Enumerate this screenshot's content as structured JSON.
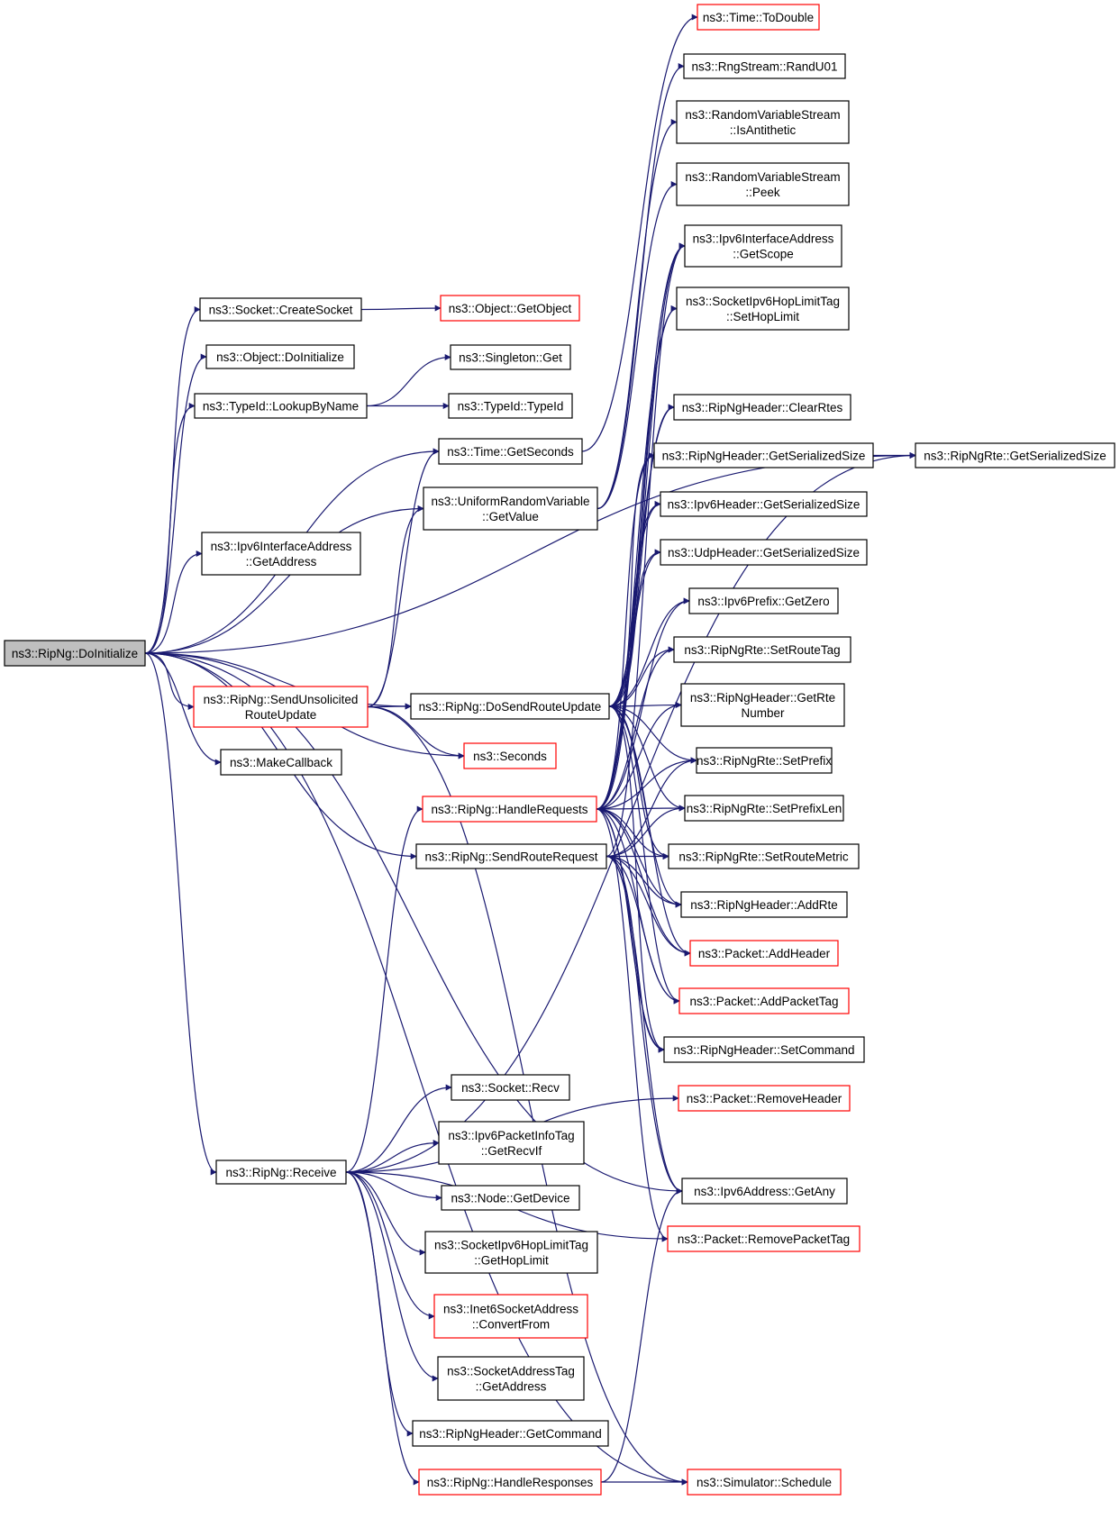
{
  "graph": {
    "edge_color": "#191970",
    "node_border_default": "#000000",
    "node_border_incomplete": "#ff0000",
    "root_fill": "#bfbfbf",
    "nodes": {
      "root": {
        "lines": [
          "ns3::RipNg::DoInitialize"
        ],
        "style": "root"
      },
      "createSocket": {
        "lines": [
          "ns3::Socket::CreateSocket"
        ],
        "style": "normal"
      },
      "objDoInit": {
        "lines": [
          "ns3::Object::DoInitialize"
        ],
        "style": "normal"
      },
      "lookupByName": {
        "lines": [
          "ns3::TypeId::LookupByName"
        ],
        "style": "normal"
      },
      "ipv6IfGetAddr": {
        "lines": [
          "ns3::Ipv6InterfaceAddress",
          "::GetAddress"
        ],
        "style": "normal"
      },
      "sendUnsolicited": {
        "lines": [
          "ns3::RipNg::SendUnsolicited",
          "RouteUpdate"
        ],
        "style": "red"
      },
      "makeCallback": {
        "lines": [
          "ns3::MakeCallback"
        ],
        "style": "normal"
      },
      "receive": {
        "lines": [
          "ns3::RipNg::Receive"
        ],
        "style": "normal"
      },
      "getObject": {
        "lines": [
          "ns3::Object::GetObject"
        ],
        "style": "red"
      },
      "singletonGet": {
        "lines": [
          "ns3::Singleton::Get"
        ],
        "style": "normal"
      },
      "typeIdTypeId": {
        "lines": [
          "ns3::TypeId::TypeId"
        ],
        "style": "normal"
      },
      "timeGetSeconds": {
        "lines": [
          "ns3::Time::GetSeconds"
        ],
        "style": "normal"
      },
      "urvGetValue": {
        "lines": [
          "ns3::UniformRandomVariable",
          "::GetValue"
        ],
        "style": "normal"
      },
      "doSendRouteUpdate": {
        "lines": [
          "ns3::RipNg::DoSendRouteUpdate"
        ],
        "style": "normal"
      },
      "seconds": {
        "lines": [
          "ns3::Seconds"
        ],
        "style": "red"
      },
      "handleRequests": {
        "lines": [
          "ns3::RipNg::HandleRequests"
        ],
        "style": "red"
      },
      "sendRouteRequest": {
        "lines": [
          "ns3::RipNg::SendRouteRequest"
        ],
        "style": "normal"
      },
      "socketRecv": {
        "lines": [
          "ns3::Socket::Recv"
        ],
        "style": "normal"
      },
      "pktInfoGetRecvIf": {
        "lines": [
          "ns3::Ipv6PacketInfoTag",
          "::GetRecvIf"
        ],
        "style": "normal"
      },
      "nodeGetDevice": {
        "lines": [
          "ns3::Node::GetDevice"
        ],
        "style": "normal"
      },
      "hopLimitGet": {
        "lines": [
          "ns3::SocketIpv6HopLimitTag",
          "::GetHopLimit"
        ],
        "style": "normal"
      },
      "inet6ConvertFrom": {
        "lines": [
          "ns3::Inet6SocketAddress",
          "::ConvertFrom"
        ],
        "style": "red"
      },
      "sockAddrTagGetAddr": {
        "lines": [
          "ns3::SocketAddressTag",
          "::GetAddress"
        ],
        "style": "normal"
      },
      "ripHdrGetCommand": {
        "lines": [
          "ns3::RipNgHeader::GetCommand"
        ],
        "style": "normal"
      },
      "handleResponses": {
        "lines": [
          "ns3::RipNg::HandleResponses"
        ],
        "style": "red"
      },
      "timeToDouble": {
        "lines": [
          "ns3::Time::ToDouble"
        ],
        "style": "red"
      },
      "randU01": {
        "lines": [
          "ns3::RngStream::RandU01"
        ],
        "style": "normal"
      },
      "isAntithetic": {
        "lines": [
          "ns3::RandomVariableStream",
          "::IsAntithetic"
        ],
        "style": "normal"
      },
      "peek": {
        "lines": [
          "ns3::RandomVariableStream",
          "::Peek"
        ],
        "style": "normal"
      },
      "ipv6IfGetScope": {
        "lines": [
          "ns3::Ipv6InterfaceAddress",
          "::GetScope"
        ],
        "style": "normal"
      },
      "hopLimitSet": {
        "lines": [
          "ns3::SocketIpv6HopLimitTag",
          "::SetHopLimit"
        ],
        "style": "normal"
      },
      "clearRtes": {
        "lines": [
          "ns3::RipNgHeader::ClearRtes"
        ],
        "style": "normal"
      },
      "ripHdrSerSize": {
        "lines": [
          "ns3::RipNgHeader::GetSerializedSize"
        ],
        "style": "normal"
      },
      "ipv6HdrSerSize": {
        "lines": [
          "ns3::Ipv6Header::GetSerializedSize"
        ],
        "style": "normal"
      },
      "udpHdrSerSize": {
        "lines": [
          "ns3::UdpHeader::GetSerializedSize"
        ],
        "style": "normal"
      },
      "prefixGetZero": {
        "lines": [
          "ns3::Ipv6Prefix::GetZero"
        ],
        "style": "normal"
      },
      "setRouteTag": {
        "lines": [
          "ns3::RipNgRte::SetRouteTag"
        ],
        "style": "normal"
      },
      "getRteNumber": {
        "lines": [
          "ns3::RipNgHeader::GetRte",
          "Number"
        ],
        "style": "normal"
      },
      "setPrefix": {
        "lines": [
          "ns3::RipNgRte::SetPrefix"
        ],
        "style": "normal"
      },
      "setPrefixLen": {
        "lines": [
          "ns3::RipNgRte::SetPrefixLen"
        ],
        "style": "normal"
      },
      "setRouteMetric": {
        "lines": [
          "ns3::RipNgRte::SetRouteMetric"
        ],
        "style": "normal"
      },
      "addRte": {
        "lines": [
          "ns3::RipNgHeader::AddRte"
        ],
        "style": "normal"
      },
      "pktAddHeader": {
        "lines": [
          "ns3::Packet::AddHeader"
        ],
        "style": "red"
      },
      "pktAddPacketTag": {
        "lines": [
          "ns3::Packet::AddPacketTag"
        ],
        "style": "red"
      },
      "setCommand": {
        "lines": [
          "ns3::RipNgHeader::SetCommand"
        ],
        "style": "normal"
      },
      "pktRemoveHeader": {
        "lines": [
          "ns3::Packet::RemoveHeader"
        ],
        "style": "red"
      },
      "ipv6GetAny": {
        "lines": [
          "ns3::Ipv6Address::GetAny"
        ],
        "style": "normal"
      },
      "pktRemovePacketTag": {
        "lines": [
          "ns3::Packet::RemovePacketTag"
        ],
        "style": "red"
      },
      "simSchedule": {
        "lines": [
          "ns3::Simulator::Schedule"
        ],
        "style": "red"
      },
      "rteSerSize": {
        "lines": [
          "ns3::RipNgRte::GetSerializedSize"
        ],
        "style": "normal"
      }
    },
    "edges": [
      [
        "root",
        "createSocket"
      ],
      [
        "root",
        "objDoInit"
      ],
      [
        "root",
        "lookupByName"
      ],
      [
        "root",
        "timeGetSeconds"
      ],
      [
        "root",
        "urvGetValue"
      ],
      [
        "root",
        "ipv6IfGetAddr"
      ],
      [
        "root",
        "rteSerSize"
      ],
      [
        "root",
        "sendUnsolicited"
      ],
      [
        "root",
        "doSendRouteUpdate"
      ],
      [
        "root",
        "makeCallback"
      ],
      [
        "root",
        "seconds"
      ],
      [
        "root",
        "sendRouteRequest"
      ],
      [
        "root",
        "receive"
      ],
      [
        "root",
        "simSchedule"
      ],
      [
        "root",
        "ipv6GetAny"
      ],
      [
        "createSocket",
        "getObject"
      ],
      [
        "lookupByName",
        "singletonGet"
      ],
      [
        "lookupByName",
        "typeIdTypeId"
      ],
      [
        "timeGetSeconds",
        "timeToDouble"
      ],
      [
        "urvGetValue",
        "randU01"
      ],
      [
        "urvGetValue",
        "isAntithetic"
      ],
      [
        "urvGetValue",
        "peek"
      ],
      [
        "sendUnsolicited",
        "doSendRouteUpdate"
      ],
      [
        "sendUnsolicited",
        "timeGetSeconds"
      ],
      [
        "sendUnsolicited",
        "urvGetValue"
      ],
      [
        "sendUnsolicited",
        "seconds"
      ],
      [
        "sendUnsolicited",
        "simSchedule"
      ],
      [
        "doSendRouteUpdate",
        "ipv6IfGetScope"
      ],
      [
        "doSendRouteUpdate",
        "hopLimitSet"
      ],
      [
        "doSendRouteUpdate",
        "clearRtes"
      ],
      [
        "doSendRouteUpdate",
        "ripHdrSerSize"
      ],
      [
        "doSendRouteUpdate",
        "ipv6HdrSerSize"
      ],
      [
        "doSendRouteUpdate",
        "udpHdrSerSize"
      ],
      [
        "doSendRouteUpdate",
        "prefixGetZero"
      ],
      [
        "doSendRouteUpdate",
        "setRouteTag"
      ],
      [
        "doSendRouteUpdate",
        "getRteNumber"
      ],
      [
        "doSendRouteUpdate",
        "setPrefix"
      ],
      [
        "doSendRouteUpdate",
        "setPrefixLen"
      ],
      [
        "doSendRouteUpdate",
        "setRouteMetric"
      ],
      [
        "doSendRouteUpdate",
        "addRte"
      ],
      [
        "doSendRouteUpdate",
        "pktAddHeader"
      ],
      [
        "doSendRouteUpdate",
        "pktAddPacketTag"
      ],
      [
        "doSendRouteUpdate",
        "setCommand"
      ],
      [
        "handleRequests",
        "ipv6IfGetScope"
      ],
      [
        "handleRequests",
        "hopLimitSet"
      ],
      [
        "handleRequests",
        "clearRtes"
      ],
      [
        "handleRequests",
        "ripHdrSerSize"
      ],
      [
        "handleRequests",
        "ipv6HdrSerSize"
      ],
      [
        "handleRequests",
        "udpHdrSerSize"
      ],
      [
        "handleRequests",
        "prefixGetZero"
      ],
      [
        "handleRequests",
        "setRouteTag"
      ],
      [
        "handleRequests",
        "getRteNumber"
      ],
      [
        "handleRequests",
        "setPrefix"
      ],
      [
        "handleRequests",
        "setPrefixLen"
      ],
      [
        "handleRequests",
        "setRouteMetric"
      ],
      [
        "handleRequests",
        "addRte"
      ],
      [
        "handleRequests",
        "pktAddHeader"
      ],
      [
        "handleRequests",
        "pktAddPacketTag"
      ],
      [
        "handleRequests",
        "setCommand"
      ],
      [
        "handleRequests",
        "pktRemovePacketTag"
      ],
      [
        "handleRequests",
        "ipv6GetAny"
      ],
      [
        "sendRouteRequest",
        "ipv6IfGetScope"
      ],
      [
        "sendRouteRequest",
        "setPrefix"
      ],
      [
        "sendRouteRequest",
        "setPrefixLen"
      ],
      [
        "sendRouteRequest",
        "setRouteMetric"
      ],
      [
        "sendRouteRequest",
        "addRte"
      ],
      [
        "sendRouteRequest",
        "pktAddHeader"
      ],
      [
        "sendRouteRequest",
        "pktAddPacketTag"
      ],
      [
        "sendRouteRequest",
        "setCommand"
      ],
      [
        "sendRouteRequest",
        "ipv6GetAny"
      ],
      [
        "receive",
        "socketRecv"
      ],
      [
        "receive",
        "pktInfoGetRecvIf"
      ],
      [
        "receive",
        "nodeGetDevice"
      ],
      [
        "receive",
        "hopLimitGet"
      ],
      [
        "receive",
        "inet6ConvertFrom"
      ],
      [
        "receive",
        "sockAddrTagGetAddr"
      ],
      [
        "receive",
        "ripHdrGetCommand"
      ],
      [
        "receive",
        "handleResponses"
      ],
      [
        "receive",
        "handleRequests"
      ],
      [
        "receive",
        "pktRemoveHeader"
      ],
      [
        "receive",
        "rteSerSize"
      ],
      [
        "receive",
        "pktRemovePacketTag"
      ],
      [
        "handleResponses",
        "simSchedule"
      ],
      [
        "handleResponses",
        "ipv6GetAny"
      ],
      [
        "ripHdrSerSize",
        "rteSerSize"
      ]
    ]
  }
}
